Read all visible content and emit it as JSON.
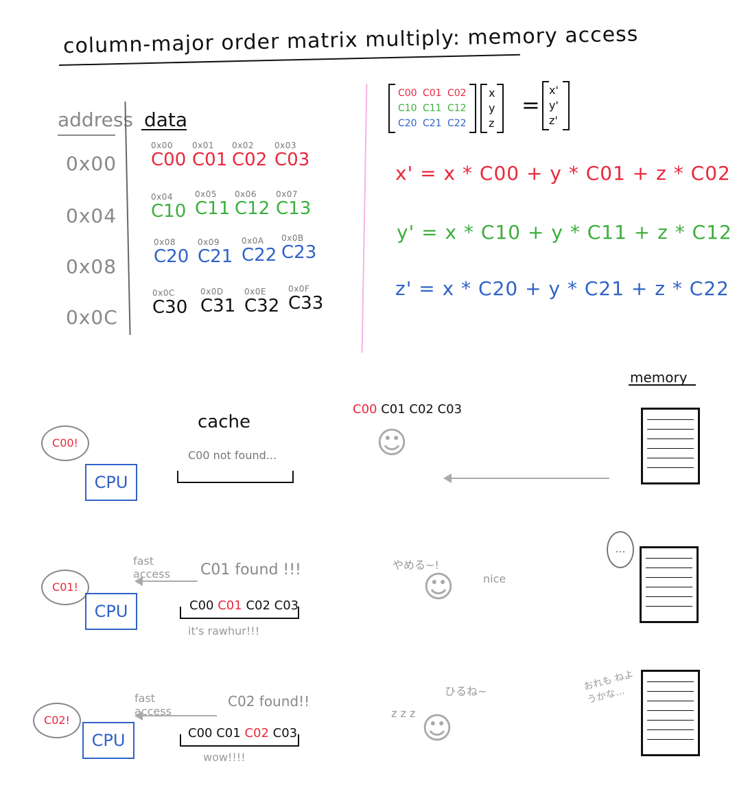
{
  "title": "column-major order matrix multiply: memory access",
  "table": {
    "address_header": "address",
    "data_header": "data",
    "rows": [
      {
        "address": "0x00",
        "cells": [
          {
            "addr": "0x00",
            "label": "C00",
            "color": "#e8283c"
          },
          {
            "addr": "0x01",
            "label": "C01",
            "color": "#e8283c"
          },
          {
            "addr": "0x02",
            "label": "C02",
            "color": "#e8283c"
          },
          {
            "addr": "0x03",
            "label": "C03",
            "color": "#e8283c"
          }
        ]
      },
      {
        "address": "0x04",
        "cells": [
          {
            "addr": "0x04",
            "label": "C10",
            "color": "#3cae3c"
          },
          {
            "addr": "0x05",
            "label": "C11",
            "color": "#3cae3c"
          },
          {
            "addr": "0x06",
            "label": "C12",
            "color": "#3cae3c"
          },
          {
            "addr": "0x07",
            "label": "C13",
            "color": "#3cae3c"
          }
        ]
      },
      {
        "address": "0x08",
        "cells": [
          {
            "addr": "0x08",
            "label": "C20",
            "color": "#2f62c8"
          },
          {
            "addr": "0x09",
            "label": "C21",
            "color": "#2f62c8"
          },
          {
            "addr": "0x0A",
            "label": "C22",
            "color": "#2f62c8"
          },
          {
            "addr": "0x0B",
            "label": "C23",
            "color": "#2f62c8"
          }
        ]
      },
      {
        "address": "0x0C",
        "cells": [
          {
            "addr": "0x0C",
            "label": "C30",
            "color": "#111111"
          },
          {
            "addr": "0x0D",
            "label": "C31",
            "color": "#111111"
          },
          {
            "addr": "0x0E",
            "label": "C32",
            "color": "#111111"
          },
          {
            "addr": "0x0F",
            "label": "C33",
            "color": "#111111"
          }
        ]
      }
    ]
  },
  "matrix": {
    "rows": [
      [
        "C00",
        "C01",
        "C02"
      ],
      [
        "C10",
        "C11",
        "C12"
      ],
      [
        "C20",
        "C21",
        "C22"
      ]
    ],
    "row_colors": [
      "#e8283c",
      "#3cae3c",
      "#2f62c8"
    ],
    "vector": [
      "x",
      "y",
      "z"
    ],
    "equals": "=",
    "result": [
      "x'",
      "y'",
      "z'"
    ]
  },
  "equations": [
    {
      "text": "x' = x * C00 + y * C01 + z * C02",
      "color": "#e8283c"
    },
    {
      "text": "y' = x * C10 + y * C11 + z * C12",
      "color": "#3cae3c"
    },
    {
      "text": "z' = x * C20 + y * C21 + z * C22",
      "color": "#2f62c8"
    }
  ],
  "memory_label": "memory",
  "scenes": [
    {
      "cpu_label": "CPU",
      "bubble": "C00!",
      "cache_label": "cache",
      "cache_note": "C00 not found...",
      "runner_carry": {
        "highlight": "C00",
        "rest": "C01 C02 C03"
      }
    },
    {
      "cpu_label": "CPU",
      "bubble": "C01!",
      "fast_access": "fast access",
      "found_note": "C01 found !!!",
      "cache_items": [
        "C00",
        "C01",
        "C02",
        "C03"
      ],
      "highlight_index": 1,
      "below_note": "it's rawhur!!!",
      "character_note_1": "やめる~!",
      "character_note_2": "nice",
      "memory_bubble": "..."
    },
    {
      "cpu_label": "CPU",
      "bubble": "C02!",
      "fast_access": "fast access",
      "found_note": "C02 found!!",
      "cache_items": [
        "C00",
        "C01",
        "C02",
        "C03"
      ],
      "highlight_index": 2,
      "below_note": "wow!!!!",
      "character_note_1": "z z z",
      "character_note_2": "ひるね~",
      "memory_note": "おれも ねようかな..."
    }
  ]
}
